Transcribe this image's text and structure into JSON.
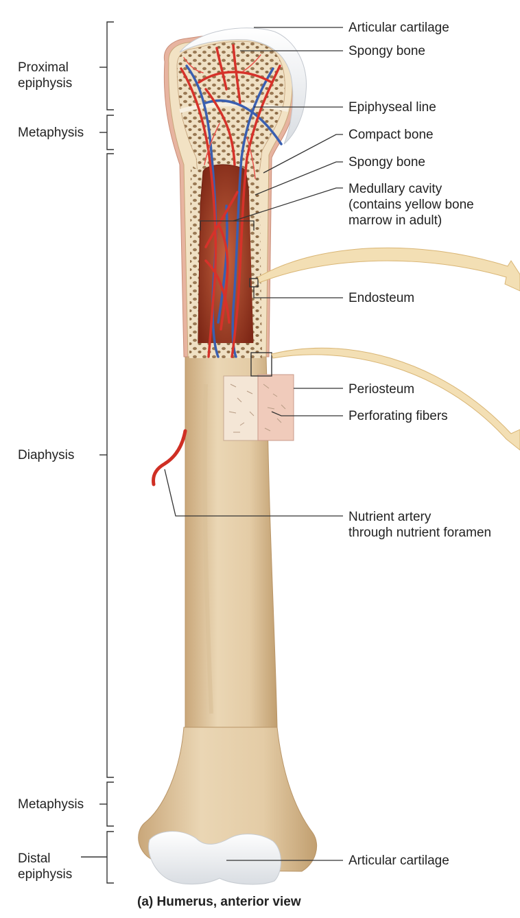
{
  "left_labels": {
    "proximal_epiphysis": [
      "Proximal",
      "epiphysis"
    ],
    "metaphysis_top": "Metaphysis",
    "diaphysis": "Diaphysis",
    "metaphysis_bottom": "Metaphysis",
    "distal_epiphysis": [
      "Distal",
      "epiphysis"
    ]
  },
  "right_labels": {
    "articular_cartilage_top": "Articular cartilage",
    "spongy_bone_top": "Spongy bone",
    "epiphyseal_line": "Epiphyseal line",
    "compact_bone": "Compact bone",
    "spongy_bone_mid": "Spongy bone",
    "medullary_cavity": [
      "Medullary cavity",
      "(contains yellow bone",
      "marrow in adult)"
    ],
    "endosteum": "Endosteum",
    "periosteum": "Periosteum",
    "perforating_fibers": "Perforating fibers",
    "nutrient_artery": [
      "Nutrient artery",
      "through nutrient foramen"
    ],
    "articular_cartilage_bottom": "Articular cartilage"
  },
  "caption": "(a) Humerus, anterior view",
  "colors": {
    "bone": "#e8d3b0",
    "bone_shadow": "#c9a97c",
    "spongy": "#efe0c4",
    "marrow": "#9b3a22",
    "artery": "#d6322a",
    "vein": "#3a5fb0",
    "cartilage": "#f2f4f6",
    "callout": "#e7c78d"
  }
}
